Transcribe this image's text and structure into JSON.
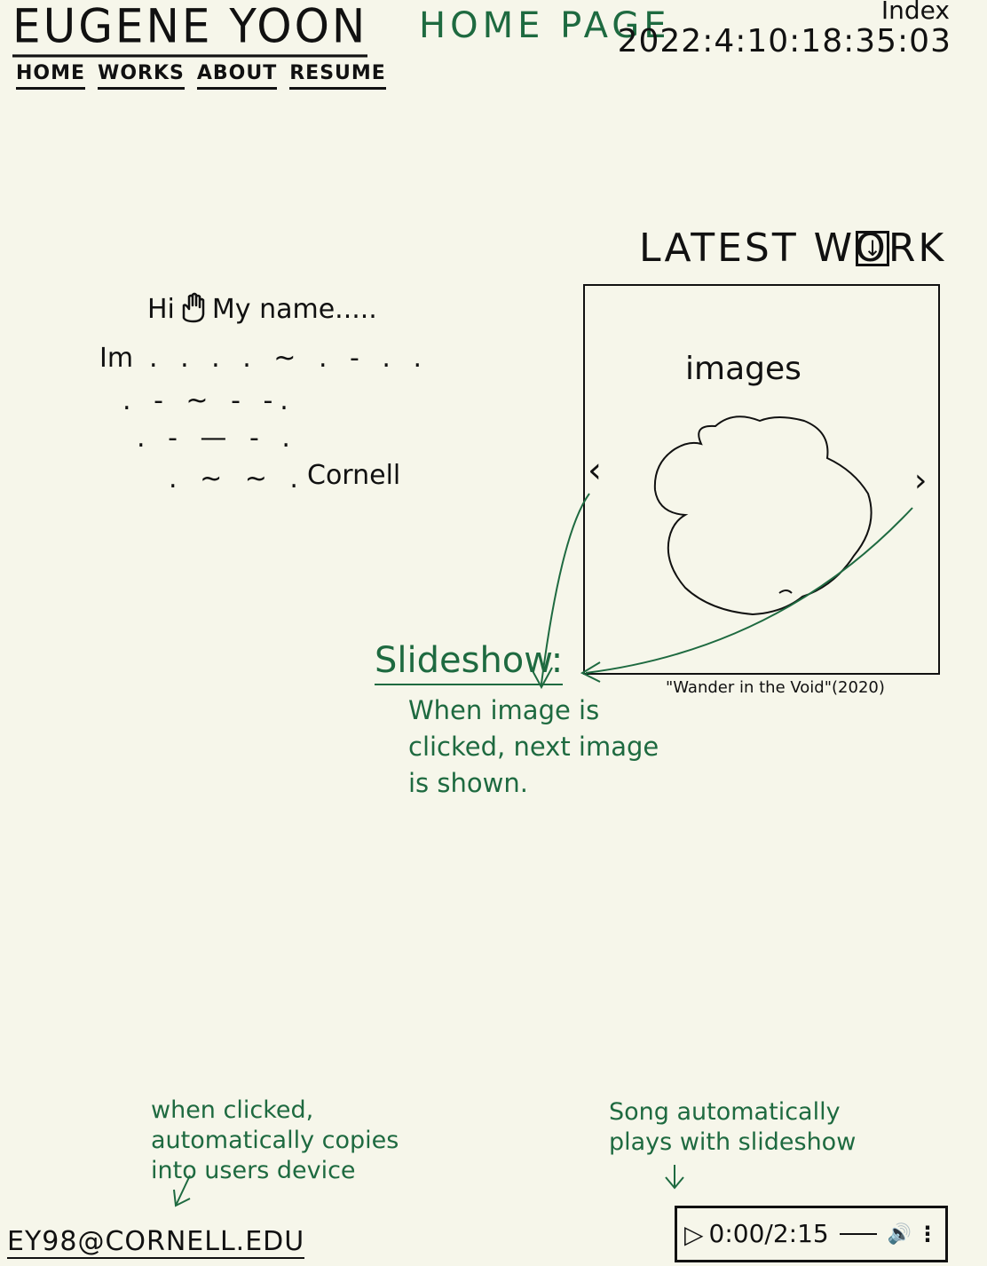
{
  "header": {
    "site_name": "EUGENE YOON",
    "nav": [
      "HOME",
      "WORKS",
      "ABOUT",
      "RESUME"
    ],
    "page_label": "HOME PAGE",
    "index_label": "Index",
    "timestamp": "2022:4:10:18:35:03"
  },
  "intro": {
    "greeting_hi": "Hi",
    "greeting_rest": "My name.....",
    "im_label": "Im",
    "line1": ". . . .  ~ . - . .",
    "line2": ".  -  ~  -   -.",
    "line3": ".  -  —  -  .",
    "line4": ".  ~  ~ .",
    "cornell_word": "Cornell"
  },
  "latest_work": {
    "title": "LATEST WORK",
    "download_icon": "↓",
    "images_label": "images",
    "prev_arrow": "‹",
    "next_arrow": "›",
    "caption": "\"Wander in the Void\"(2020)"
  },
  "annotations": {
    "slideshow_heading": "Slideshow:",
    "slideshow_note": "When image is clicked, next image is shown.",
    "copy_note": "when clicked, automatically copies into users device",
    "song_note": "Song automatically plays with slideshow"
  },
  "footer": {
    "email": "EY98@CORNELL.EDU",
    "audio": {
      "play_icon": "▷",
      "time": "0:00/2:15",
      "volume_icon": "🔊",
      "more_icon": "⋮"
    }
  },
  "colors": {
    "background": "#f6f6ea",
    "ink": "#111111",
    "annotation_green": "#1e6a40"
  }
}
